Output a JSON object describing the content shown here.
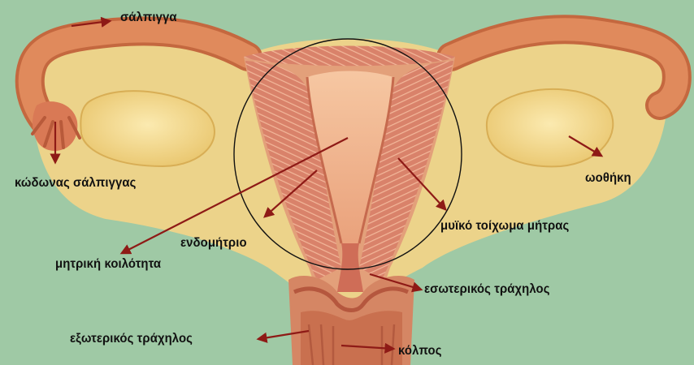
{
  "labels": {
    "salpinx": "σάλπιγγα",
    "salpinx_funnel": "κώδωνας σάλπιγγας",
    "ovary": "ωοθήκη",
    "endometrium": "ενδομήτριο",
    "muscle_wall": "μυϊκό τοίχωμα μήτρας",
    "uterine_cavity": "μητρική κοιλότητα",
    "internal_cervix": "εσωτερικός τράχηλος",
    "external_cervix": "εξωτερικός τράχηλος",
    "vagina": "κόλπος"
  },
  "colors": {
    "background_green": "#9cc7a6",
    "tissue": "#f0d488",
    "tube": "#e08a5c",
    "muscle": "#d9826a",
    "cavity": "#f3b892",
    "arrow": "#8e1a16",
    "circle": "#111111",
    "label_text": "#111111"
  }
}
